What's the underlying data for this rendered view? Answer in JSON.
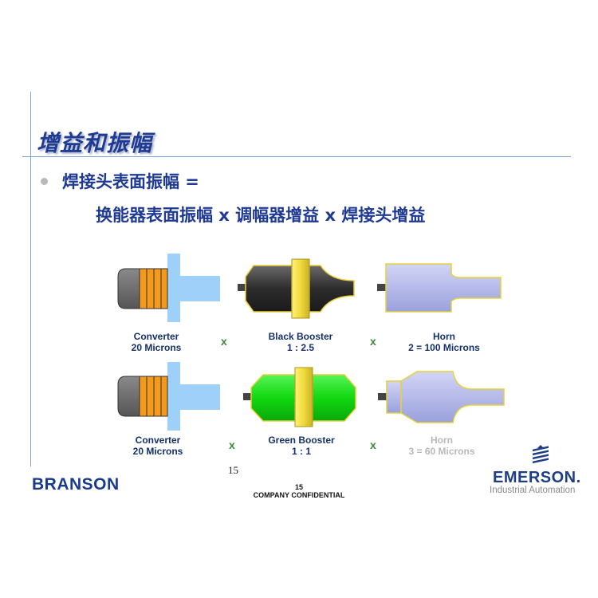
{
  "slide": {
    "title": "增益和振幅",
    "bullet": "焊接头表面振幅 =",
    "formula": "换能器表面振幅 x 调幅器增益 x 焊接头增益",
    "page_number": "15",
    "footer_number": "15",
    "footer_text": "COMPANY CONFIDENTIAL"
  },
  "rows": [
    {
      "converter": {
        "name": "Converter",
        "value": "20 Microns"
      },
      "booster": {
        "name": "Black Booster",
        "value": "1 : 2.5",
        "color": "#3a3a3a"
      },
      "horn": {
        "name": "Horn",
        "value": "2 = 100 Microns"
      },
      "multiplier_1": "x",
      "multiplier_2": "x"
    },
    {
      "converter": {
        "name": "Converter",
        "value": "20 Microns"
      },
      "booster": {
        "name": "Green Booster",
        "value": "1 : 1",
        "color": "#1ed61e"
      },
      "horn": {
        "name": "Horn",
        "value": "3 = 60 Microns"
      },
      "multiplier_1": "x",
      "multiplier_2": "x"
    }
  ],
  "logos": {
    "left": "BRANSON",
    "right": "EMERSON.",
    "right_sub": "Industrial Automation"
  },
  "colors": {
    "title": "#1f3a93",
    "converter_body": "#f39a1c",
    "converter_cap": "#707070",
    "converter_face": "#9fd0fa",
    "booster_band": "#f2e24a",
    "horn": "#b4b9ec"
  }
}
